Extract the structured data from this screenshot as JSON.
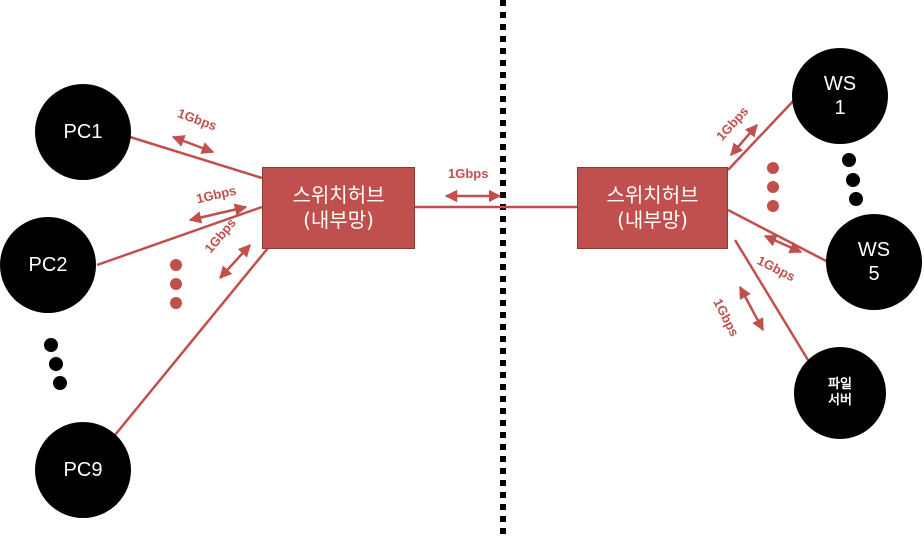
{
  "nodes": {
    "pc1": "PC1",
    "pc2": "PC2",
    "pc9": "PC9",
    "ws1": "WS\n1",
    "ws5": "WS\n5",
    "file_server": "파일\n서버"
  },
  "hubs": {
    "left": "스위치허브\n(내부망)",
    "right": "스위치허브\n(내부망)"
  },
  "link_speed": "1Gbps",
  "colors": {
    "node_fill": "#000000",
    "hub_fill": "#c0504d",
    "link": "#c0504d",
    "divider": "#000000"
  }
}
